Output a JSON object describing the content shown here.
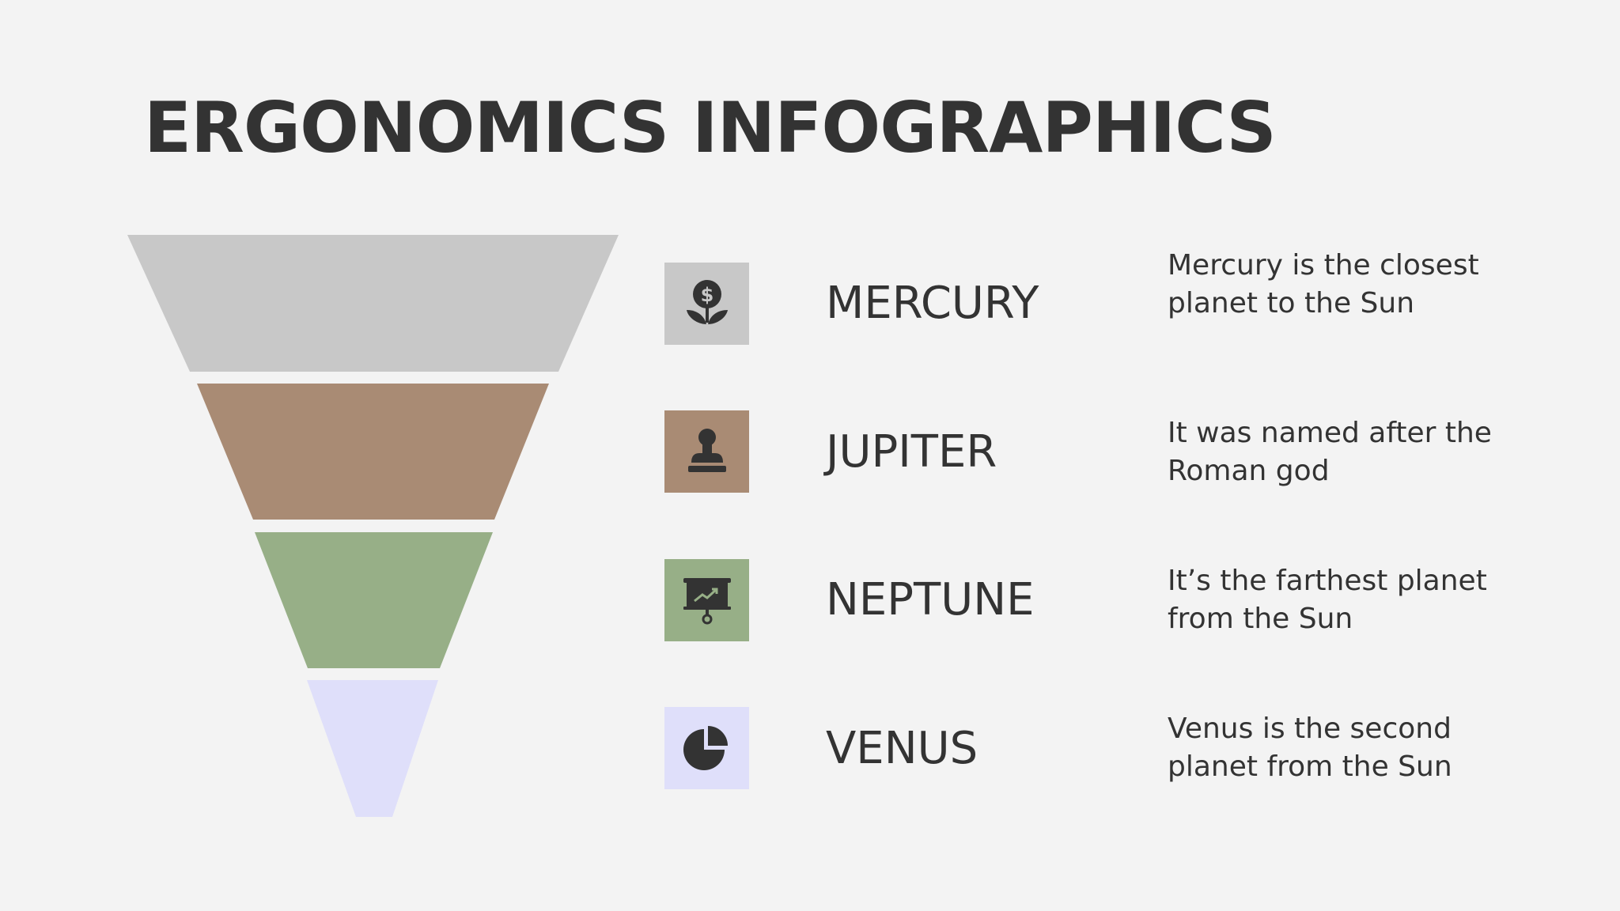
{
  "title": "ERGONOMICS INFOGRAPHICS",
  "items": [
    {
      "name": "MERCURY",
      "description": "Mercury is the closest planet to the Sun",
      "color": "#c8c8c8",
      "icon": "money-plant-icon"
    },
    {
      "name": "JUPITER",
      "description": "It was named after the Roman god",
      "color": "#a98b74",
      "icon": "stamp-icon"
    },
    {
      "name": "NEPTUNE",
      "description": "It’s the farthest planet from the Sun",
      "color": "#97af87",
      "icon": "presentation-board-icon"
    },
    {
      "name": "VENUS",
      "description": "Venus is the second planet from the Sun",
      "color": "#dfdffa",
      "icon": "pie-chart-icon"
    }
  ],
  "icon_color": "#333333",
  "background": "#f3f3f3"
}
